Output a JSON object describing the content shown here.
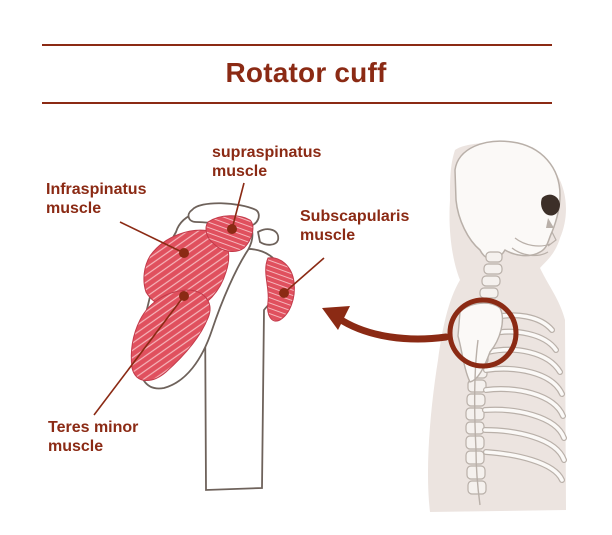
{
  "title": "Rotator cuff",
  "labels": {
    "supraspinatus": [
      "supraspinatus",
      "muscle"
    ],
    "infraspinatus": [
      "Infraspinatus",
      "muscle"
    ],
    "subscapularis": [
      "Subscapularis",
      "muscle"
    ],
    "teres_minor": [
      "Teres minor",
      "muscle"
    ]
  },
  "colors": {
    "accent": "#8b2a14",
    "muscle": "#e0505e",
    "muscle_light": "#f2a3ab",
    "bone_fill": "#ffffff",
    "bone_outline": "#6e625b",
    "body_silhouette": "#ece4e0"
  }
}
